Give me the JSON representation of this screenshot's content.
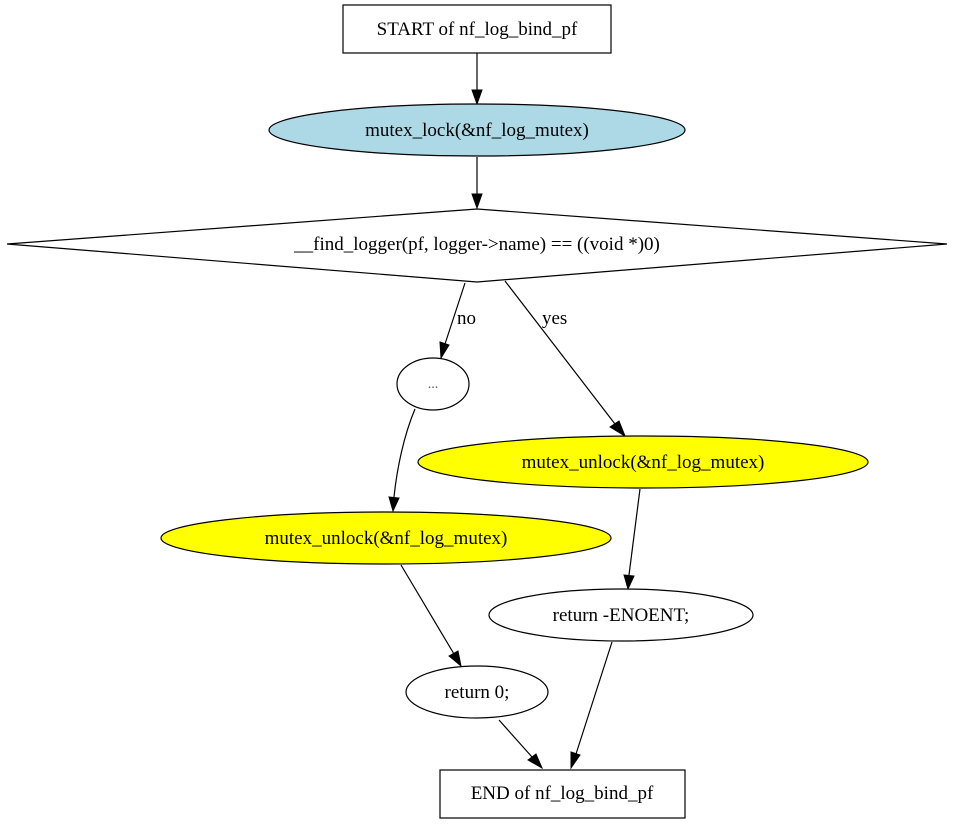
{
  "diagram": {
    "nodes": {
      "start": {
        "label": "START of nf_log_bind_pf",
        "shape": "box",
        "fill": "#ffffff"
      },
      "lock": {
        "label": "mutex_lock(&nf_log_mutex)",
        "shape": "ellipse",
        "fill": "#add8e6"
      },
      "condition": {
        "label": "__find_logger(pf, logger->name) == ((void *)0)",
        "shape": "diamond",
        "fill": "#ffffff"
      },
      "ellipsis": {
        "label": "...",
        "shape": "ellipse",
        "fill": "#ffffff"
      },
      "unlock_yes": {
        "label": "mutex_unlock(&nf_log_mutex)",
        "shape": "ellipse",
        "fill": "#ffff00"
      },
      "unlock_no": {
        "label": "mutex_unlock(&nf_log_mutex)",
        "shape": "ellipse",
        "fill": "#ffff00"
      },
      "return_enoent": {
        "label": "return -ENOENT;",
        "shape": "ellipse",
        "fill": "#ffffff"
      },
      "return_zero": {
        "label": "return 0;",
        "shape": "ellipse",
        "fill": "#ffffff"
      },
      "end": {
        "label": "END of nf_log_bind_pf",
        "shape": "box",
        "fill": "#ffffff"
      }
    },
    "edges": {
      "start_to_lock": {
        "from": "start",
        "to": "lock",
        "label": ""
      },
      "lock_to_condition": {
        "from": "lock",
        "to": "condition",
        "label": ""
      },
      "condition_to_ellipsis": {
        "from": "condition",
        "to": "ellipsis",
        "label": "no"
      },
      "condition_to_unlock_yes": {
        "from": "condition",
        "to": "unlock_yes",
        "label": "yes"
      },
      "ellipsis_to_unlock_no": {
        "from": "ellipsis",
        "to": "unlock_no",
        "label": ""
      },
      "unlock_yes_to_return_enoent": {
        "from": "unlock_yes",
        "to": "return_enoent",
        "label": ""
      },
      "unlock_no_to_return_zero": {
        "from": "unlock_no",
        "to": "return_zero",
        "label": ""
      },
      "return_zero_to_end": {
        "from": "return_zero",
        "to": "end",
        "label": ""
      },
      "return_enoent_to_end": {
        "from": "return_enoent",
        "to": "end",
        "label": ""
      }
    }
  }
}
